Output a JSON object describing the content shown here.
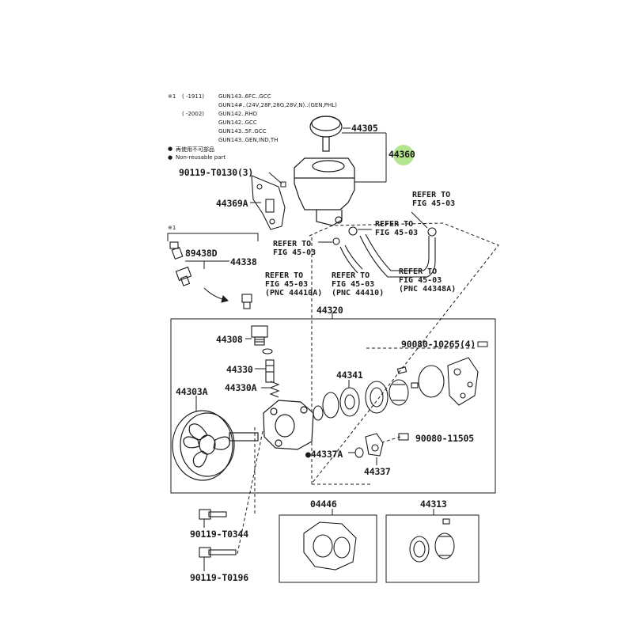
{
  "notes": {
    "mark1": "※1",
    "line1_range": "(      -1911)",
    "line1": "GUN143..6FC..GCC",
    "line2": "GUN14#..(24V,28F,28G,28V,N)..(GEN,PHL)",
    "line3_range": "(      -2002)",
    "line3": "GUN142..RHD",
    "line4": "GUN142..GCC",
    "line5": "GUN143..5F..GCC",
    "line6": "GUN143..GEN,IND,TH",
    "legend1": "再使用不可部品",
    "legend2": "Non-reusable part",
    "mark_small": "※1"
  },
  "parts": {
    "p44305": "44305",
    "p44360": "44360",
    "p90119_t0130": "90119-T0130(3)",
    "p44369a": "44369A",
    "p89438d": "89438D",
    "p44338": "44338",
    "p44320": "44320",
    "p44308": "44308",
    "p44330": "44330",
    "p44330a": "44330A",
    "p44303a": "44303A",
    "p44341": "44341",
    "p90080_10265": "90080-10265(4)",
    "p90080_11505": "90080-11505",
    "p44337a": "44337A",
    "p44337": "44337",
    "p90119_t0344": "90119-T0344",
    "p90119_t0196": "90119-T0196",
    "p04446": "04446",
    "p44313": "44313"
  },
  "refs": {
    "r1_line1": "REFER TO",
    "r1_line2": "FIG 45-03",
    "r2_line1": "REFER TO",
    "r2_line2": "FIG 45-03",
    "r3_line1": "REFER TO",
    "r3_line2": "FIG 45-03",
    "r4_line1": "REFER TO",
    "r4_line2": "FIG 45-03",
    "r4_line3": "(PNC 44410A)",
    "r5_line1": "REFER TO",
    "r5_line2": "FIG 45-03",
    "r5_line3": "(PNC 44410)",
    "r6_line1": "REFER TO",
    "r6_line2": "FIG 45-03",
    "r6_line3": "(PNC 44348A)"
  },
  "colors": {
    "highlight": "#a6e07a",
    "line": "#1a1a1a"
  }
}
